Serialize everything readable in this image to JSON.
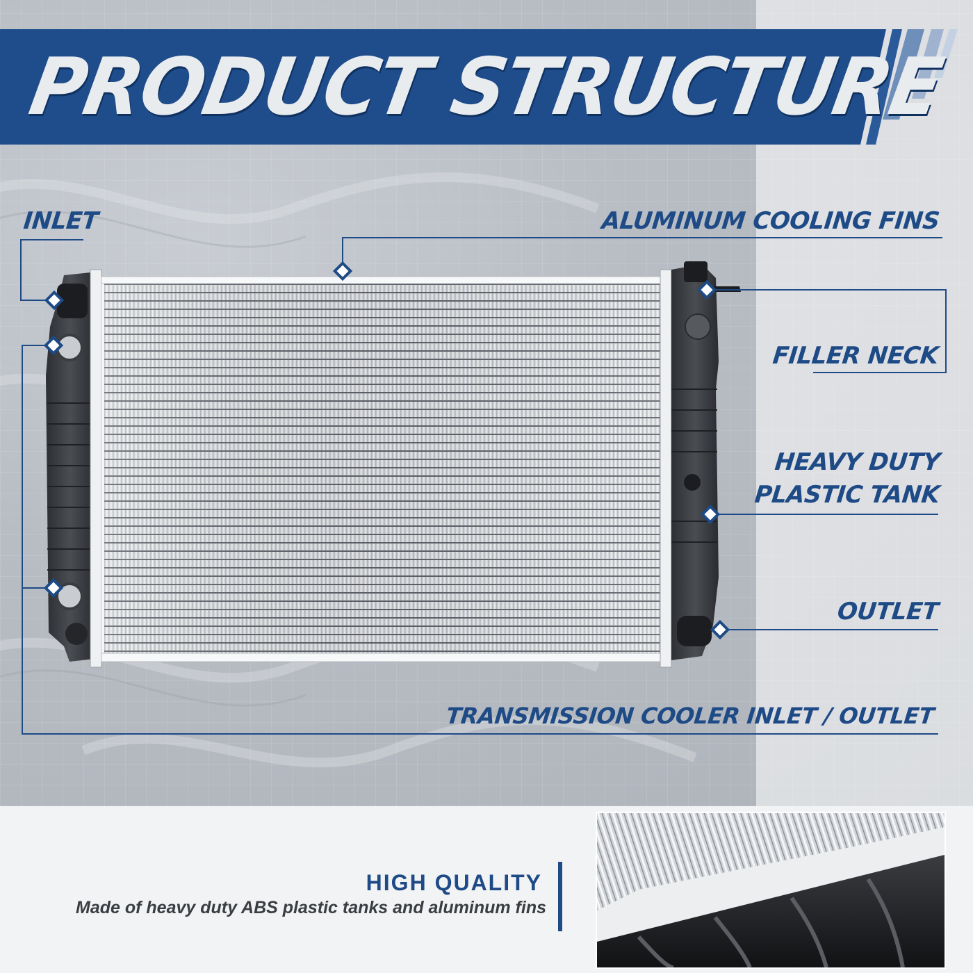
{
  "banner": {
    "title": "PRODUCT STRUCTURE"
  },
  "callouts": {
    "inlet": "INLET",
    "aluminum_cooling_fins": "ALUMINUM COOLING FINS",
    "filler_neck": "FILLER NECK",
    "heavy_duty_line1": "HEAVY DUTY",
    "heavy_duty_line2": "PLASTIC TANK",
    "outlet": "OUTLET",
    "transmission": "TRANSMISSION COOLER INLET / OUTLET"
  },
  "quality": {
    "title": "HIGH QUALITY",
    "description": "Made of heavy duty ABS plastic tanks and aluminum fins"
  },
  "colors": {
    "brand_blue": "#1e4a86",
    "banner_blue": "#1f4d8c",
    "light_accent": "#7f9cc4"
  }
}
